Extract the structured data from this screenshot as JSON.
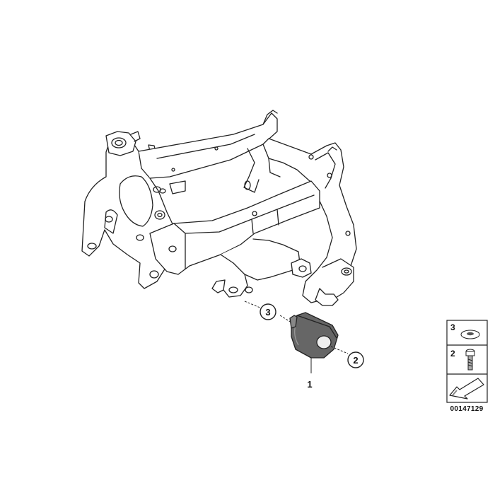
{
  "diagram": {
    "callouts": [
      {
        "id": "3",
        "label": "3"
      },
      {
        "id": "2",
        "label": "2"
      },
      {
        "id": "1",
        "label": "1"
      }
    ],
    "legend": {
      "items": [
        {
          "label": "3",
          "part": "washer"
        },
        {
          "label": "2",
          "part": "bolt"
        }
      ],
      "arrow_icon": "arrow-down-left-icon"
    },
    "reference_code": "00147129",
    "colors": {
      "line": "#222222",
      "part_fill": "#555555",
      "background": "#ffffff"
    }
  }
}
